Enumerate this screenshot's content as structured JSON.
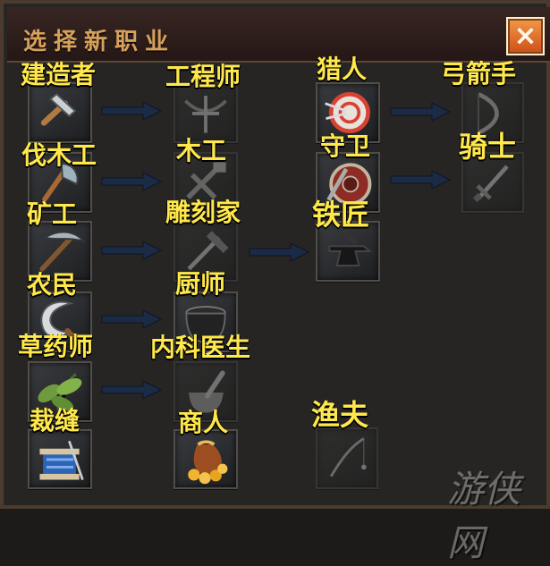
{
  "window": {
    "title": "选择新职业",
    "close_icon": "close-icon"
  },
  "professions": {
    "builder": {
      "label": "建造者",
      "icon": "hammer-icon"
    },
    "engineer": {
      "label": "工程师",
      "icon": "crossbow-icon"
    },
    "hunter": {
      "label": "猎人",
      "icon": "target-icon"
    },
    "archer": {
      "label": "弓箭手",
      "icon": "bow-icon"
    },
    "woodcutter": {
      "label": "伐木工",
      "icon": "axe-icon"
    },
    "carpenter": {
      "label": "木工",
      "icon": "woodworking-icon"
    },
    "guard": {
      "label": "守卫",
      "icon": "shield-icon"
    },
    "knight": {
      "label": "骑士",
      "icon": "sword-icon"
    },
    "miner": {
      "label": "矿工",
      "icon": "pickaxe-icon"
    },
    "sculptor": {
      "label": "雕刻家",
      "icon": "chisel-icon"
    },
    "blacksmith": {
      "label": "铁匠",
      "icon": "anvil-icon"
    },
    "farmer": {
      "label": "农民",
      "icon": "sickle-icon"
    },
    "chef": {
      "label": "厨师",
      "icon": "cauldron-icon"
    },
    "herbalist": {
      "label": "草药师",
      "icon": "herb-icon"
    },
    "physician": {
      "label": "内科医生",
      "icon": "mortar-icon"
    },
    "tailor": {
      "label": "裁缝",
      "icon": "thread-spool-icon"
    },
    "merchant": {
      "label": "商人",
      "icon": "coin-bag-icon"
    },
    "fisher": {
      "label": "渔夫",
      "icon": "fishing-rod-icon"
    }
  },
  "watermark": "游侠网",
  "colors": {
    "label_yellow": "#ffe84b",
    "title_brown": "#d6a15c",
    "close_orange": "#f07c36",
    "arrow_blue": "#1b2a45"
  }
}
